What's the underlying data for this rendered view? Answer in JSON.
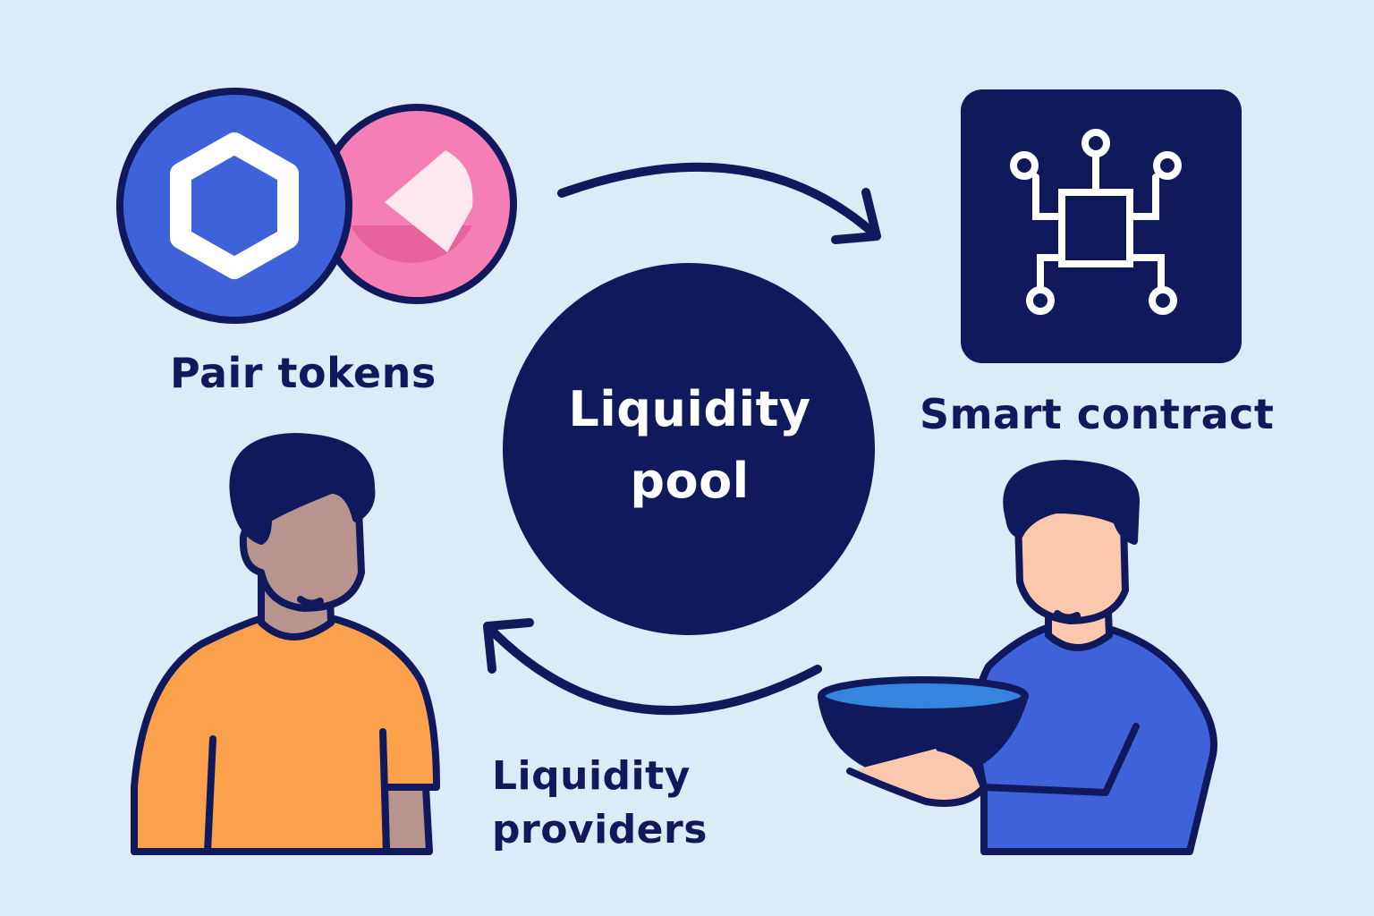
{
  "labels": {
    "pair_tokens": "Pair tokens",
    "smart_contract": "Smart contract",
    "liquidity_pool_line1": "Liquidity",
    "liquidity_pool_line2": "pool",
    "liquidity_providers_line1": "Liquidity",
    "liquidity_providers_line2": "providers"
  },
  "icons": {
    "token_a": "hexagon-token-icon",
    "token_b": "pink-token-icon",
    "contract": "circuit-chip-icon",
    "arrow_top": "arrow-right-icon",
    "arrow_bottom": "arrow-left-icon",
    "person_left": "liquidity-provider-figure",
    "person_right": "pool-holder-figure",
    "bowl": "bowl-icon"
  },
  "colors": {
    "background": "#ddeaf7",
    "navy": "#10195c",
    "token_blue": "#3f62db",
    "token_pink": "#f57fb4",
    "shirt_orange": "#fca14b",
    "shirt_blue": "#3f62db",
    "skin_dark": "#b8948f",
    "skin_light": "#fcc8ad",
    "water": "#3385e0"
  }
}
